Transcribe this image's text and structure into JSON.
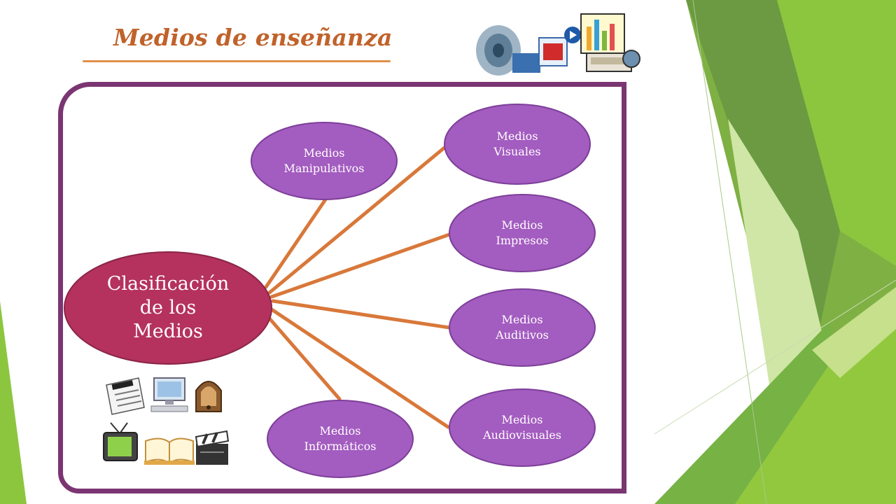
{
  "slide": {
    "title": "Medios de enseñanza"
  },
  "diagram": {
    "center": {
      "text": "Clasificación\nde los\nMedios"
    },
    "nodes": {
      "manipulativos": "Medios\nManipulativos",
      "visuales": "Medios\nVisuales",
      "impresos": "Medios\nImpresos",
      "auditivos": "Medios\nAuditivos",
      "audiovisuales": "Medios\nAudiovisuales",
      "informaticos": "Medios\nInformáticos"
    }
  },
  "colors": {
    "title": "#c0622a",
    "frame": "#7b3572",
    "center_fill": "#b5325e",
    "node_fill": "#a35cc0",
    "connector": "#d8783a",
    "green_dark": "#6b9a42",
    "green_light": "#8cc63e"
  },
  "icons": [
    "speaker-computer-clipart-icon",
    "chart-projector-clipart-icon",
    "newspaper-icon",
    "computer-icon",
    "radio-icon",
    "television-icon",
    "book-icon",
    "clapperboard-icon"
  ]
}
